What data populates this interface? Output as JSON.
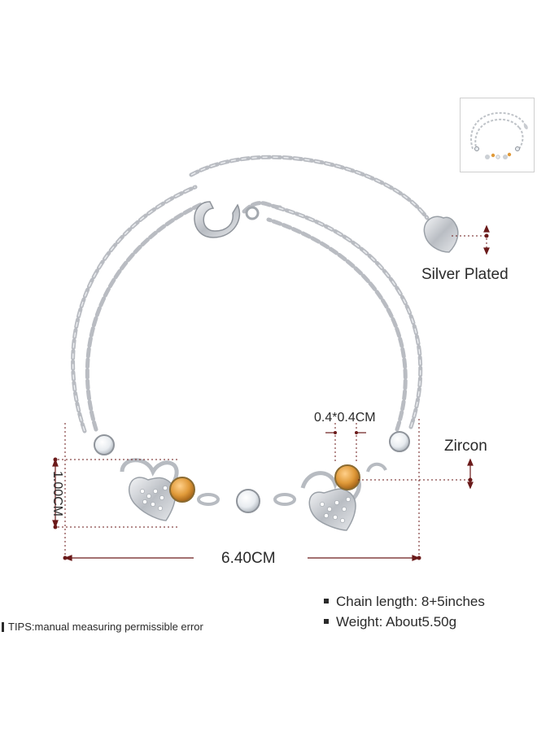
{
  "labels": {
    "material": "Silver Plated",
    "stone": "Zircon",
    "stone_size": "0.4*0.4CM",
    "height": "1.00CM",
    "width": "6.40CM"
  },
  "specs": [
    {
      "text": "Chain length: 8+5inches"
    },
    {
      "text": "Weight: About5.50g"
    }
  ],
  "tips": "TIPS:manual measuring permissible error",
  "colors": {
    "dimension_line": "#6b1a1a",
    "text": "#2a2a2a",
    "silver": "#c4c7cc",
    "amber_stone": "#e09a3a"
  },
  "icons": [
    "product-thumbnail",
    "bracelet-illustration"
  ]
}
